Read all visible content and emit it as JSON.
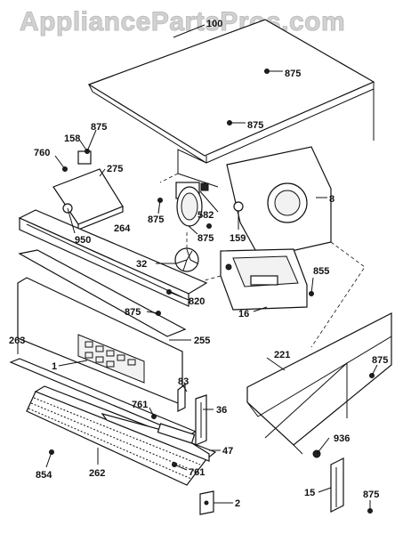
{
  "watermark": "AppliancePartsPros.com",
  "callouts": {
    "c100": "100",
    "c875a": "875",
    "c875b": "875",
    "c875c": "875",
    "c875d": "875",
    "c875e": "875",
    "c875f": "875",
    "c875g": "875",
    "c158": "158",
    "c760": "760",
    "c275": "275",
    "c950": "950",
    "c264": "264",
    "c582": "582",
    "c159": "159",
    "c8": "8",
    "c32": "32",
    "c820": "820",
    "c16": "16",
    "c855": "855",
    "c255": "255",
    "c263": "263",
    "c1": "1",
    "c221": "221",
    "c83": "83",
    "c761a": "761",
    "c761b": "761",
    "c36": "36",
    "c47": "47",
    "c936": "936",
    "c854": "854",
    "c262": "262",
    "c15": "15",
    "c2": "2"
  }
}
